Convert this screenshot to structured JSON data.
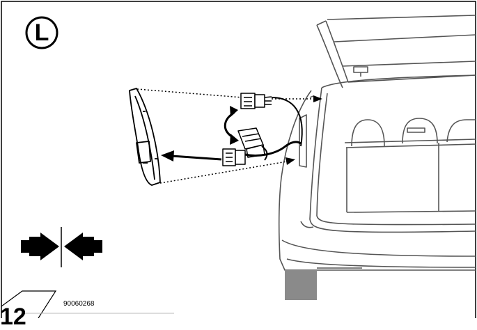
{
  "figure": {
    "step_letter": "L",
    "part_number": "90060268",
    "step_number": "12"
  },
  "icons": {
    "step_badge": "circled-letter-icon",
    "alignment": "butt-joint-arrows-icon",
    "lamp": "tail-lamp-icon",
    "connector": "wiring-connector-icon",
    "vehicle": "car-rear-tailgate-open-icon"
  },
  "colors": {
    "line": "#000000",
    "light_line": "#555555",
    "grey_fill": "#8a8a8a",
    "background": "#ffffff"
  }
}
